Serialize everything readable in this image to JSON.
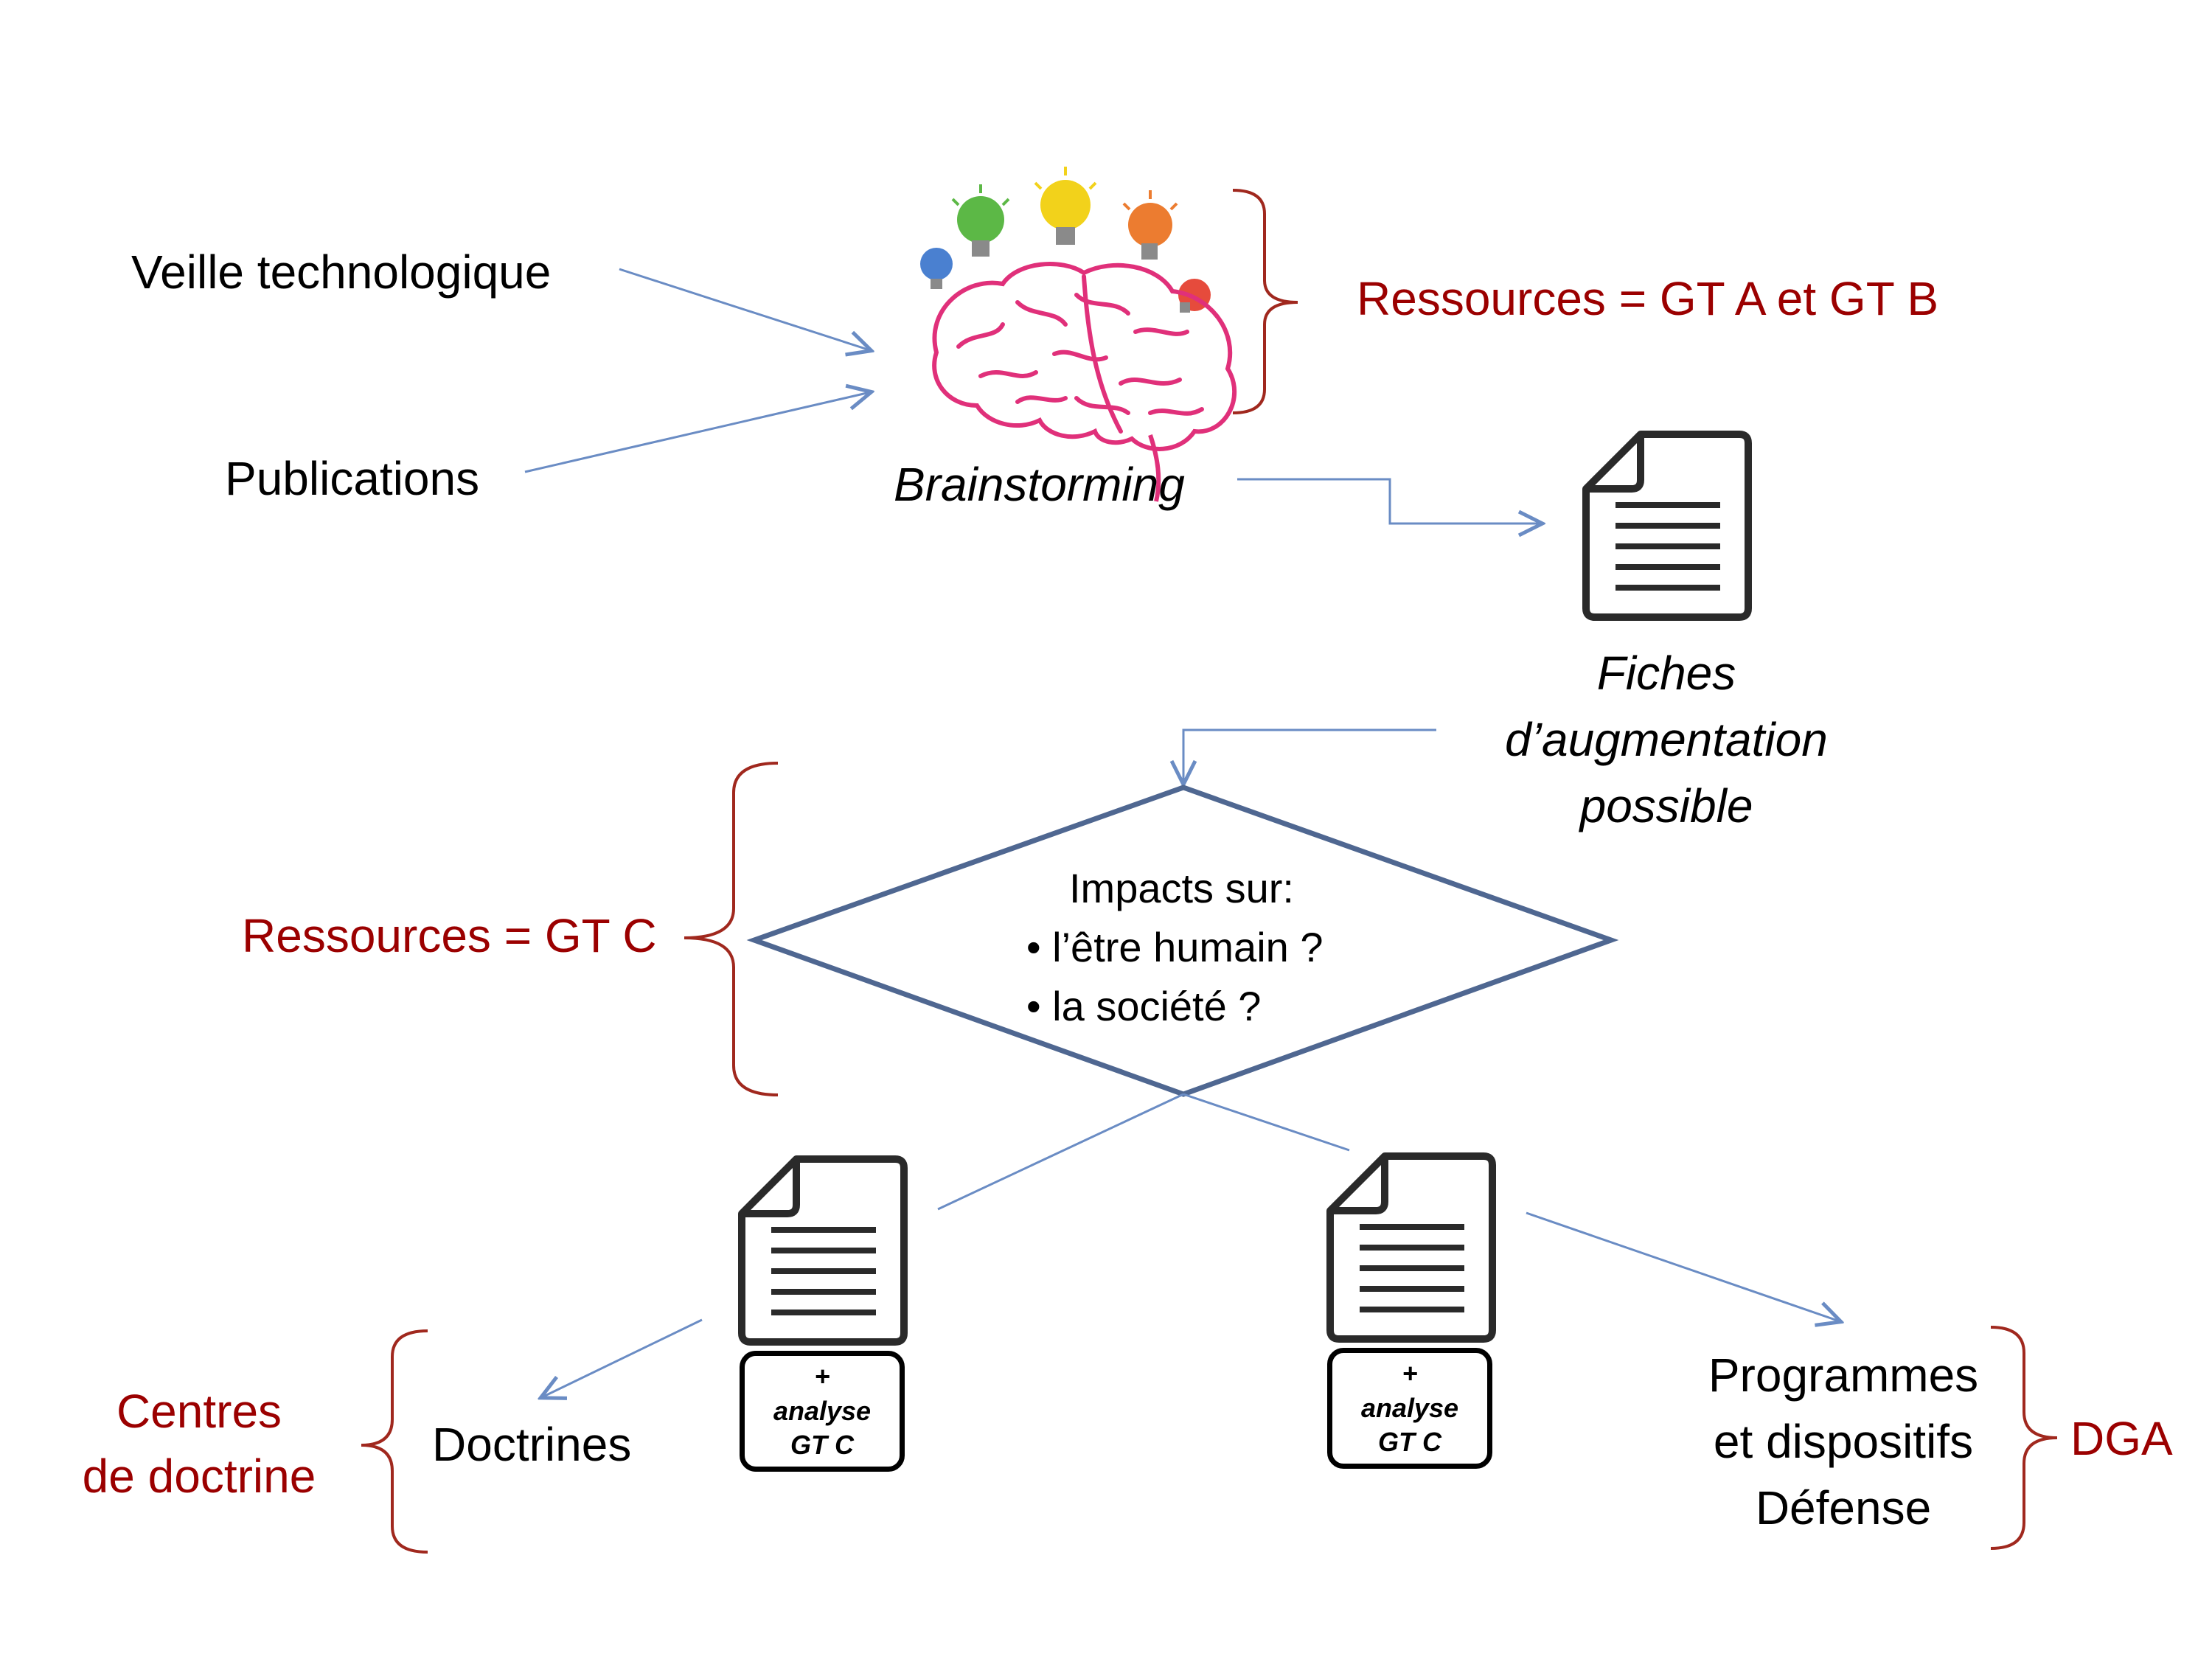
{
  "inputs": {
    "veille": "Veille technologique",
    "publications": "Publications"
  },
  "brainstorm": {
    "label": "Brainstorming",
    "resources": "Ressources = GT A et GT B"
  },
  "fiches": {
    "line1": "Fiches",
    "line2": "d’augmentation",
    "line3": "possible"
  },
  "decision": {
    "title": "Impacts sur:",
    "items": [
      "l’être humain ?",
      "la société ?"
    ],
    "resources": "Ressources = GT C"
  },
  "analysis_box": {
    "plus": "+",
    "line1": "analyse",
    "line2": "GT C"
  },
  "outputs": {
    "doctrines": "Doctrines",
    "centres_line1": "Centres",
    "centres_line2": "de doctrine",
    "programmes_line1": "Programmes",
    "programmes_line2": "et dispositifs",
    "programmes_line3": "Défense",
    "dga": "DGA"
  },
  "colors": {
    "arrow": "#6a8cc4",
    "bracket": "#a0281e",
    "diamond": "#4f6791",
    "red_text": "#9b0000"
  }
}
